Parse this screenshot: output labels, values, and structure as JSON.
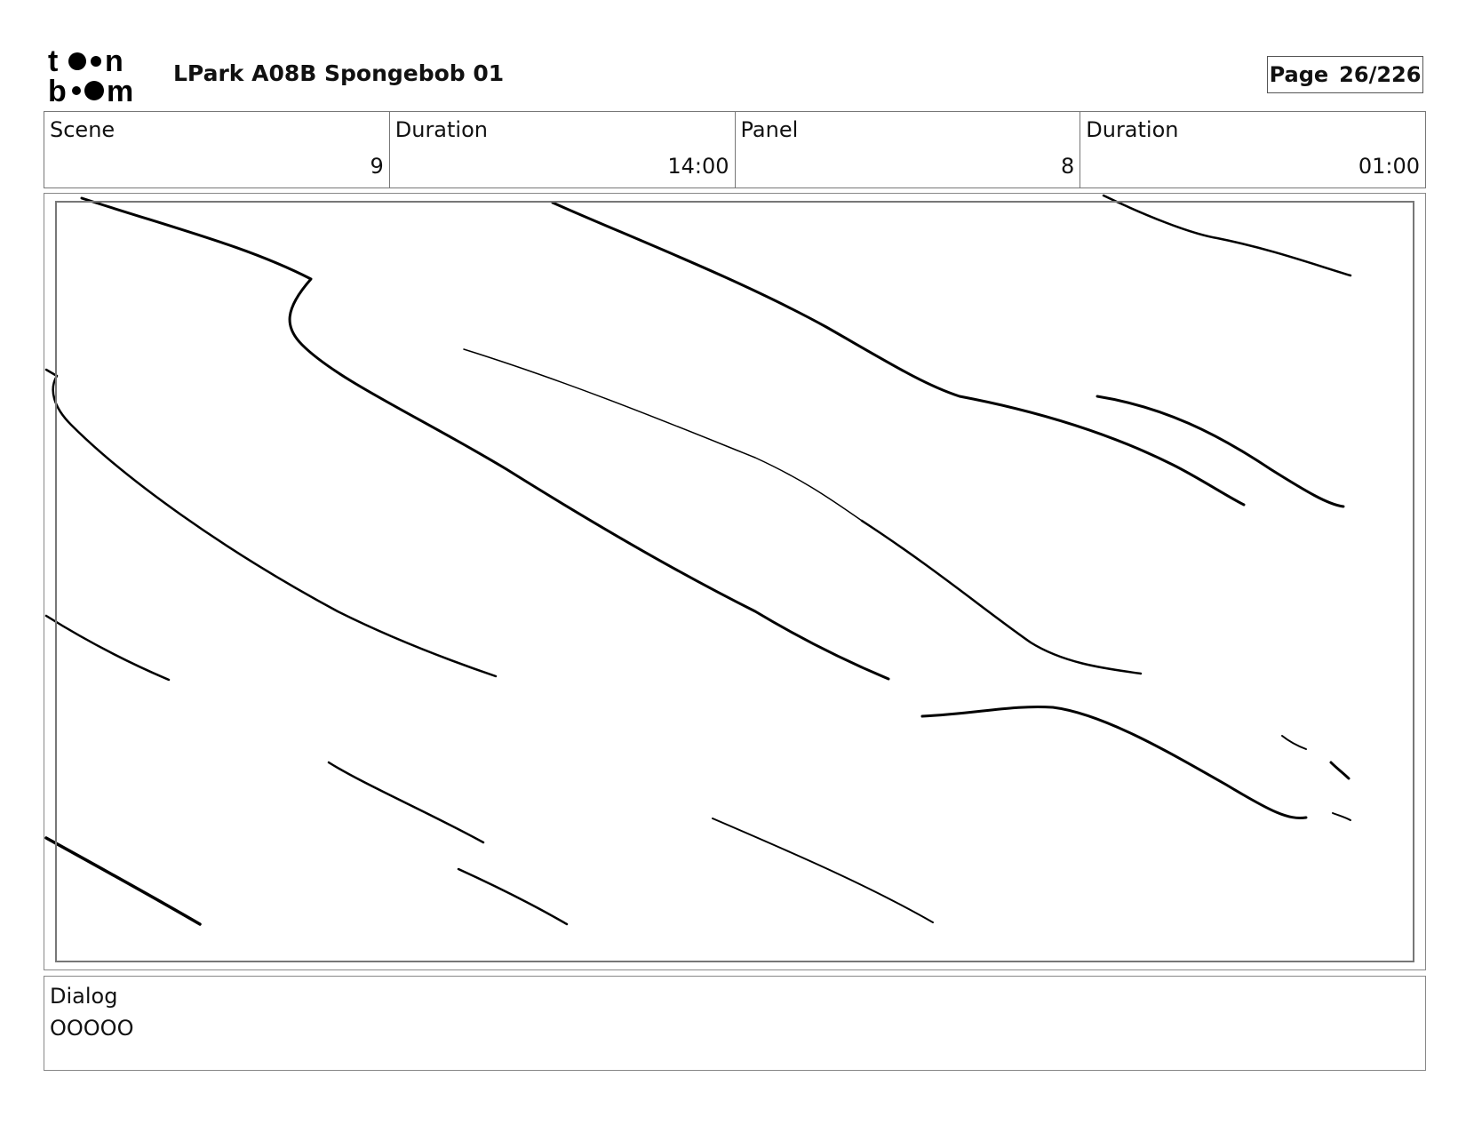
{
  "header": {
    "logo_text": "toon boom",
    "project_title": "LPark A08B Spongebob 01",
    "page_label": "Page",
    "page_value": "26/226"
  },
  "info": {
    "scene_label": "Scene",
    "scene_value": "9",
    "scene_duration_label": "Duration",
    "scene_duration_value": "14:00",
    "panel_label": "Panel",
    "panel_value": "8",
    "panel_duration_label": "Duration",
    "panel_duration_value": "01:00"
  },
  "dialog": {
    "label": "Dialog",
    "text": "OOOOO"
  }
}
